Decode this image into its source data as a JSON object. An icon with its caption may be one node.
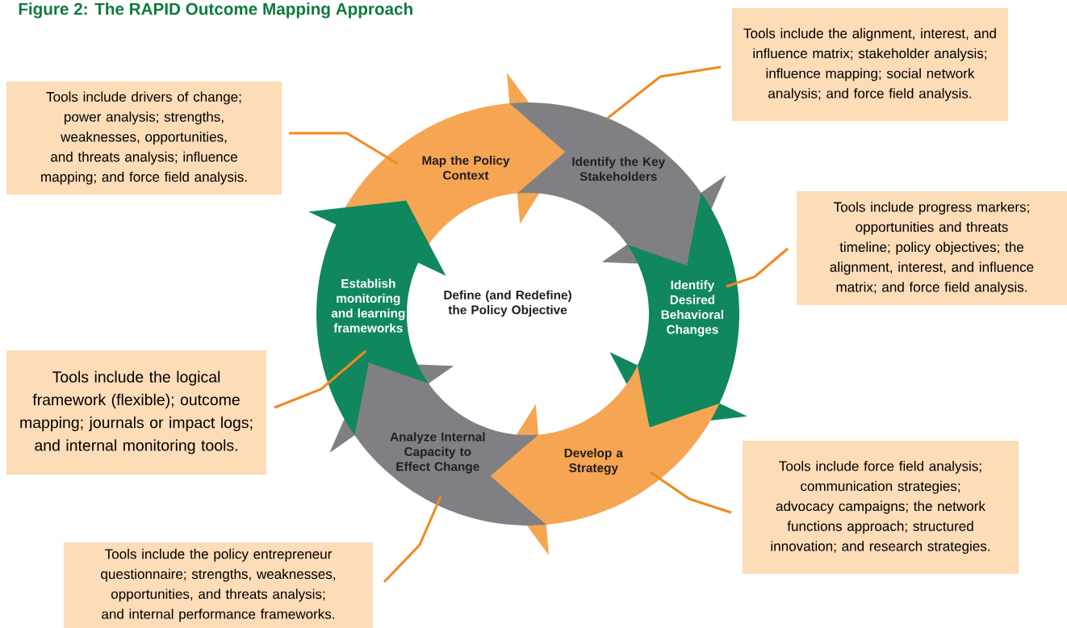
{
  "diagram": {
    "title": "Figure 2: The RAPID Outcome Mapping Approach",
    "nodes": [
      {
        "text": [
          "Map the Policy Context"
        ]
      },
      {
        "text": [
          "Identify the Key Stakeholders"
        ]
      },
      {
        "text": [
          "Identify Desired Behavioral Changes"
        ]
      },
      {
        "text": [
          "Develop a Strategy"
        ]
      },
      {
        "text": [
          "Analyze Internal Capacity to Effect Change"
        ]
      },
      {
        "text": [
          "Establish monitoring and learning frameworks"
        ]
      },
      {
        "text": [
          "Tools include drivers of change; power analysis; strengths, weaknesses, opportunities, and threats analysis; influence mapping; and force field analysis."
        ]
      },
      {
        "text": [
          "Tools include the alignment, interest, and influence matrix; stakeholder analysis; influence mapping; social network analysis; and force field analysis."
        ]
      },
      {
        "text": [
          "Tools include progress markers; opportunities and threats timeline; policy objectives; the alignment, interest, and influence matrix; and force field analysis."
        ]
      },
      {
        "text": [
          "Tools include force field analysis; communication strategies; advocacy campaigns; the network functions approach; structured innovation; and research strategies."
        ]
      },
      {
        "text": [
          "Tools include the policy entrepreneur questionnaire; strengths, weaknesses, opportunities, and threats analysis; and internal performance frameworks."
        ]
      },
      {
        "text": [
          "Tools include the logical framework (flexible); outcome mapping; journals or impact logs; and internal monitoring tools."
        ]
      }
    ],
    "edges": [
      {
        "from": 6,
        "to": 0,
        "arrow": "none"
      },
      {
        "from": 7,
        "to": 1,
        "arrow": "none"
      },
      {
        "from": 8,
        "to": 2,
        "arrow": "none"
      },
      {
        "from": 9,
        "to": 3,
        "arrow": "none"
      },
      {
        "from": 10,
        "to": 4,
        "arrow": "none"
      },
      {
        "from": 11,
        "to": 5,
        "arrow": "none"
      }
    ],
    "labels": [
      "Define (and Redefine) the Policy Objective"
    ]
  }
}
